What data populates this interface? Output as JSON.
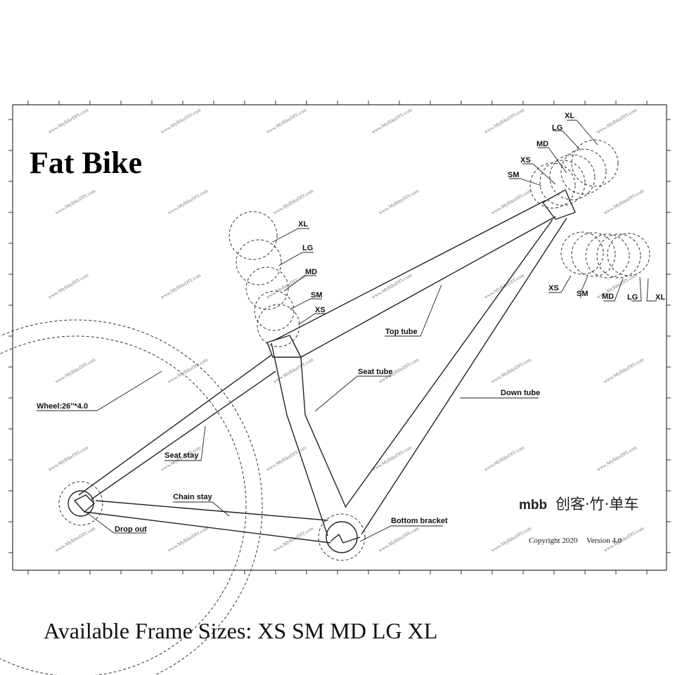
{
  "title": "Fat Bike",
  "footer_caption": "Available Frame Sizes: XS SM MD LG XL",
  "brand": {
    "latin": "mbb",
    "cjk": "创客·竹·单车"
  },
  "copyright": "Copyright  2020",
  "version": "Version  4.0",
  "watermark": "www.MyBikeDIY.com",
  "parts": {
    "top_tube": "Top tube",
    "seat_tube": "Seat tube",
    "down_tube": "Down tube",
    "seat_stay": "Seat stay",
    "chain_stay": "Chain stay",
    "drop_out": "Drop out",
    "bottom_bracket": "Bottom bracket",
    "wheel": "Wheel:26''*4.0"
  },
  "head_sizes": {
    "xl": "XL",
    "lg": "LG",
    "md": "MD",
    "xs": "XS",
    "sm": "SM"
  },
  "seat_sizes": {
    "xl": "XL",
    "lg": "LG",
    "md": "MD",
    "sm": "SM",
    "xs": "XS"
  },
  "down_sizes": {
    "xs": "XS",
    "sm": "SM",
    "md": "MD",
    "lg": "LG",
    "xl": "XL"
  }
}
